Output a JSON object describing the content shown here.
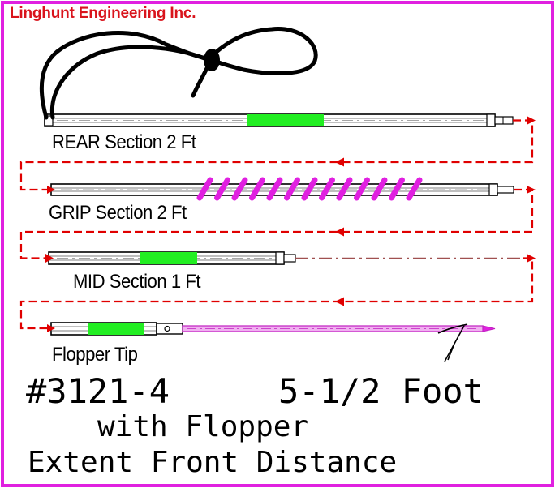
{
  "header": {
    "company": "Linghunt Engineering Inc."
  },
  "sections": [
    {
      "label": "REAR Section 2  Ft"
    },
    {
      "label": "GRIP Section 2 Ft"
    },
    {
      "label": "MID Section 1 Ft"
    },
    {
      "label": "Flopper Tip"
    }
  ],
  "footer": {
    "part_number": "#3121-4",
    "length": "5-1/2 Foot",
    "feature": "with Flopper",
    "extent": "Extent Front Distance"
  },
  "colors": {
    "border": "#e020e0",
    "company_text": "#d9141c",
    "flow_arrows": "#e00000",
    "green_band": "#22ee22",
    "grip_wrap": "#e020e0",
    "tip_shaft": "#f0b0f0"
  },
  "icons": [
    "lanyard-loop",
    "flopper-barb"
  ]
}
